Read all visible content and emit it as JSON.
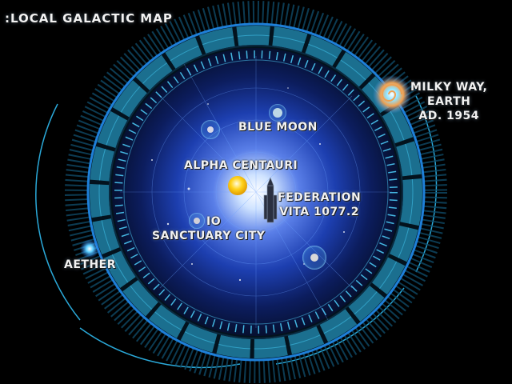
{
  "header": {
    "title": ":LOCAL GALACTIC MAP"
  },
  "colors": {
    "background": "#000000",
    "ring": "#1e9fd8",
    "ring_dark": "#0b3d5c",
    "panel": "#1b6f8f",
    "accent_cyan": "#4fd3ff",
    "label_text": "#f2f2f2",
    "sun": "#ffd21a"
  },
  "locations": [
    {
      "id": "milky-way",
      "lines": [
        "MILKY WAY,",
        "EARTH",
        "AD. 1954"
      ],
      "icon": "spiral-galaxy-icon"
    },
    {
      "id": "blue-moon",
      "lines": [
        "BLUE MOON"
      ],
      "icon": "moon-icon"
    },
    {
      "id": "alpha-centauri",
      "lines": [
        "ALPHA CENTAURI"
      ],
      "icon": "sun-icon"
    },
    {
      "id": "federation",
      "lines": [
        "FEDERATION",
        "VITA 1077.2"
      ],
      "icon": "spaceship-icon"
    },
    {
      "id": "io",
      "lines": [
        "IO",
        "SANCTUARY CITY"
      ],
      "icon": "planet-icon"
    },
    {
      "id": "aether",
      "lines": [
        "AETHER"
      ],
      "icon": "energy-orb-icon"
    }
  ]
}
